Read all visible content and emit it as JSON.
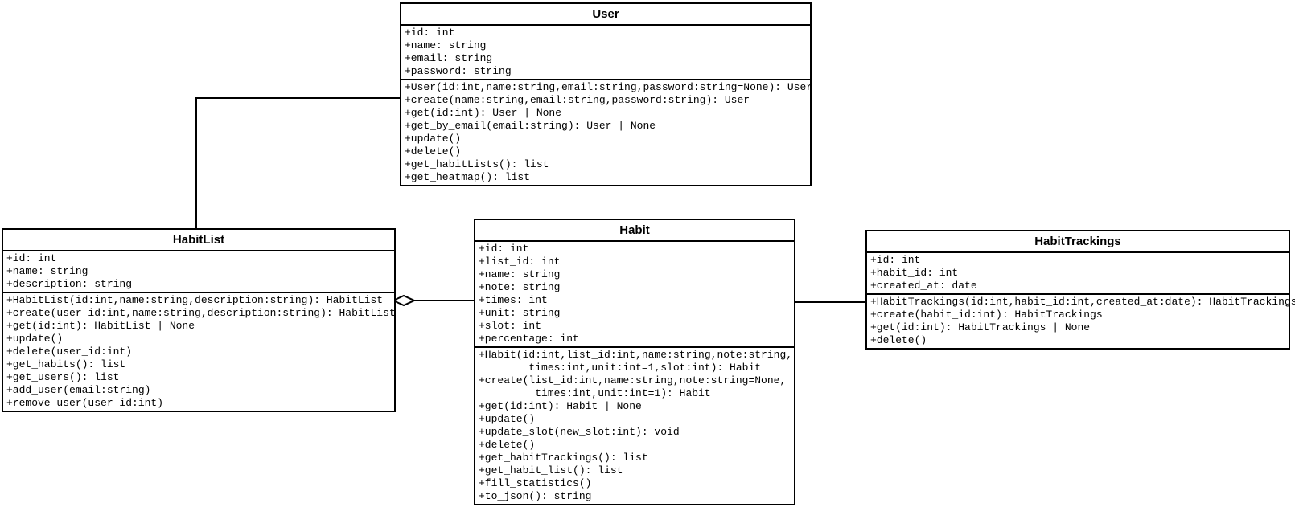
{
  "diagram": {
    "kind": "uml-class-diagram",
    "background_color": "#ffffff",
    "line_color": "#000000",
    "text_color": "#000000",
    "box_fill": "#ffffff"
  },
  "classes": [
    {
      "id": "user",
      "title": "User",
      "attributes": [
        "+id: int",
        "+name: string",
        "+email: string",
        "+password: string"
      ],
      "methods": [
        "+User(id:int,name:string,email:string,password:string=None): User",
        "+create(name:string,email:string,password:string): User",
        "+get(id:int): User | None",
        "+get_by_email(email:string): User | None",
        "+update()",
        "+delete()",
        "+get_habitLists(): list",
        "+get_heatmap(): list"
      ]
    },
    {
      "id": "habitlist",
      "title": "HabitList",
      "attributes": [
        "+id: int",
        "+name: string",
        "+description: string"
      ],
      "methods": [
        "+HabitList(id:int,name:string,description:string): HabitList",
        "+create(user_id:int,name:string,description:string): HabitList",
        "+get(id:int): HabitList | None",
        "+update()",
        "+delete(user_id:int)",
        "+get_habits(): list",
        "+get_users(): list",
        "+add_user(email:string)",
        "+remove_user(user_id:int)"
      ]
    },
    {
      "id": "habit",
      "title": "Habit",
      "attributes": [
        "+id: int",
        "+list_id: int",
        "+name: string",
        "+note: string",
        "+times: int",
        "+unit: string",
        "+slot: int",
        "+percentage: int"
      ],
      "methods": [
        "+Habit(id:int,list_id:int,name:string,note:string,",
        "        times:int,unit:int=1,slot:int): Habit",
        "+create(list_id:int,name:string,note:string=None,",
        "         times:int,unit:int=1): Habit",
        "+get(id:int): Habit | None",
        "+update()",
        "+update_slot(new_slot:int): void",
        "+delete()",
        "+get_habitTrackings(): list",
        "+get_habit_list(): list",
        "+fill_statistics()",
        "+to_json(): string"
      ]
    },
    {
      "id": "habittrackings",
      "title": "HabitTrackings",
      "attributes": [
        "+id: int",
        "+habit_id: int",
        "+created_at: date"
      ],
      "methods": [
        "+HabitTrackings(id:int,habit_id:int,created_at:date): HabitTrackings",
        "+create(habit_id:int): HabitTrackings",
        "+get(id:int): HabitTrackings | None",
        "+delete()"
      ]
    }
  ],
  "relationships": [
    {
      "from": "User",
      "to": "HabitList",
      "type": "association"
    },
    {
      "from": "HabitList",
      "to": "Habit",
      "type": "aggregation",
      "diamond_at": "HabitList"
    },
    {
      "from": "Habit",
      "to": "HabitTrackings",
      "type": "association"
    }
  ]
}
